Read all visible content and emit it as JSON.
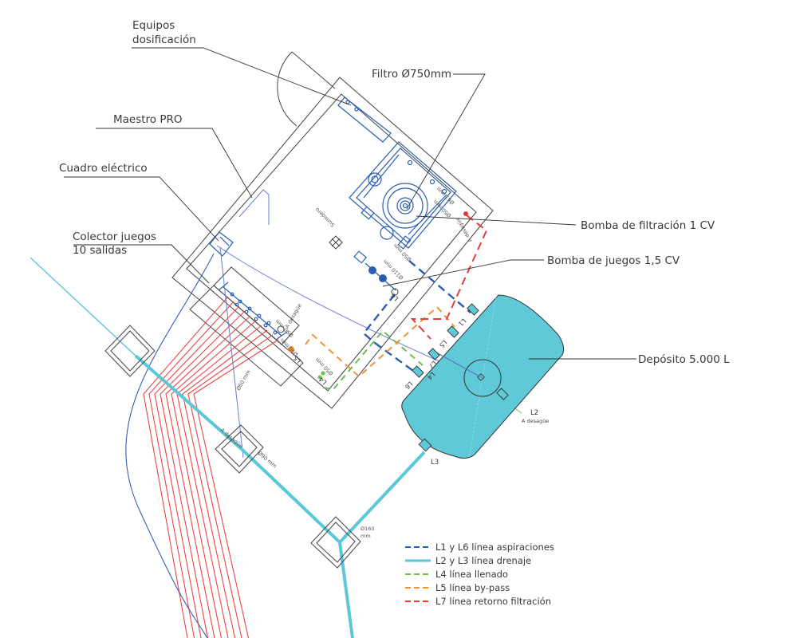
{
  "labels": {
    "dosificacion": [
      "Equipos",
      "dosificación"
    ],
    "maestro": "Maestro PRO",
    "cuadro": "Cuadro eléctrico",
    "colector": [
      "Colector juegos",
      "10 salidas"
    ],
    "filtro": "Filtro Ø750mm",
    "bomba_filtracion": "Bomba de filtración 1 CV",
    "bomba_juegos": "Bomba de juegos 1,5   CV",
    "deposito": "Depósito 5.000 L"
  },
  "tank_ports": {
    "l1": "L1",
    "l2": "L2",
    "l3": "L3",
    "l4": "L4",
    "l5": "L5",
    "l6": "L6",
    "l7": "L7",
    "a_desague": "A desagüe"
  },
  "small_annotations": {
    "sumidero": "Sumidero",
    "d63": "Ø63 mm",
    "d50": "Ø50 mm",
    "d50b": "Ø50 mm",
    "d110": "Ø110 mm",
    "d90": "Ø90 mm",
    "d50c": "Ø50 mm",
    "d90b": "Ø90 mm",
    "d60": "Ø60 mm",
    "d90c": "Ø90 mm",
    "d160": [
      "Ø160",
      "mm"
    ],
    "l5_in": "L5",
    "l4_in": "L4",
    "l6_in": "L6",
    "a_desague_1": "A desagüe",
    "a_desague_2": "A desagüe",
    "a_desague_3": "A desagüe"
  },
  "legend": [
    {
      "label": "L1 y L6 línea aspiraciones",
      "color": "#2a5fb0",
      "style": "dashed"
    },
    {
      "label": "L2 y L3 línea drenaje",
      "color": "#5bc8d8",
      "style": "solid"
    },
    {
      "label": "L4 línea llenado",
      "color": "#6cc04a",
      "style": "dashed"
    },
    {
      "label": "L5 línea by-pass",
      "color": "#f39235",
      "style": "dashed"
    },
    {
      "label": "L7 línea retorno filtración",
      "color": "#e83a3a",
      "style": "dashed"
    }
  ],
  "colors": {
    "tank": "#5fc9d8",
    "drain": "#5bc8d8",
    "suction": "#2a5fb0",
    "fill": "#6cc04a",
    "bypass": "#f39235",
    "return": "#e83a3a",
    "equipment": "#2a5fb0"
  }
}
